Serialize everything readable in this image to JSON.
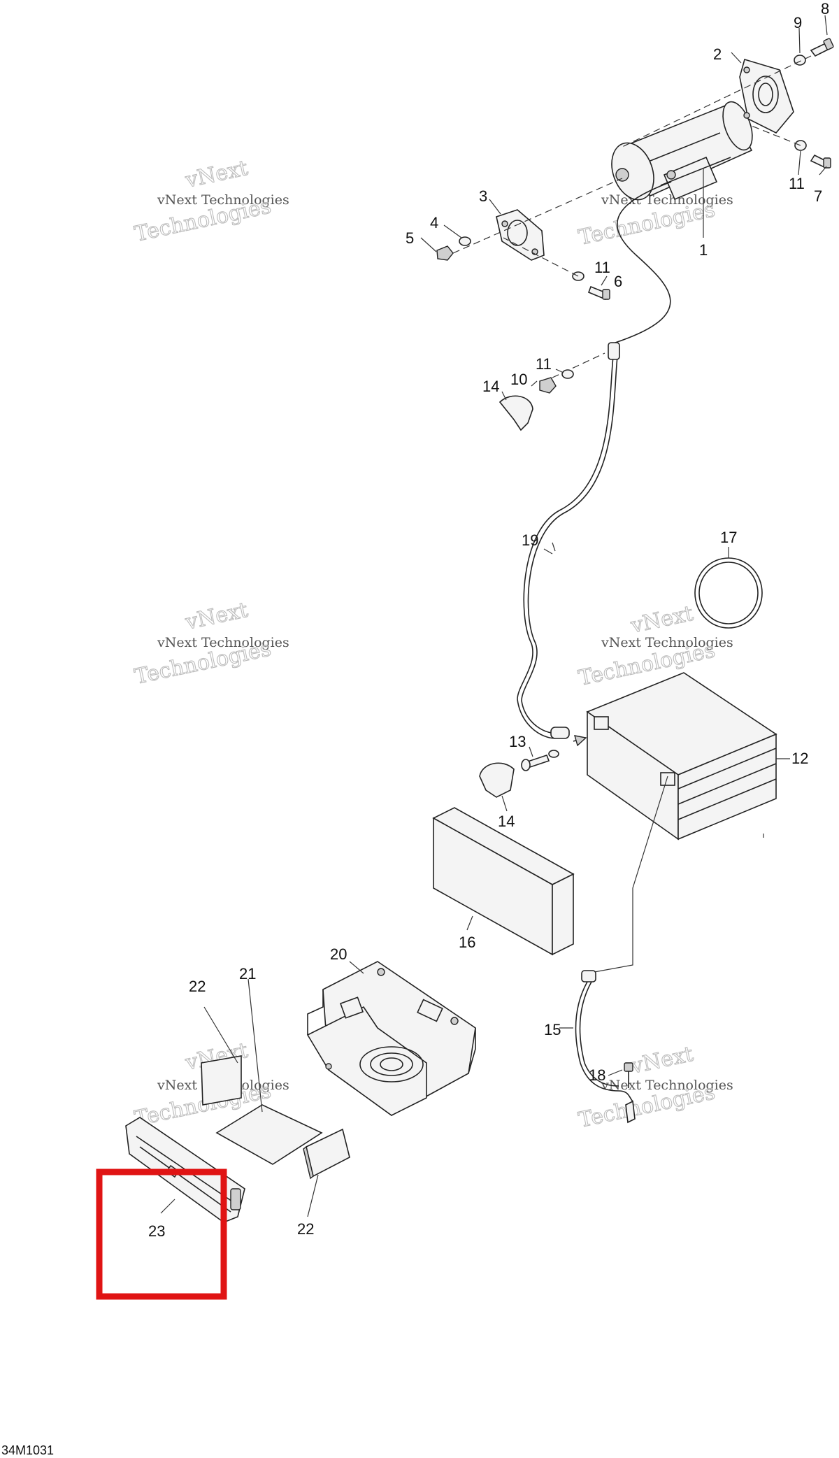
{
  "diagram": {
    "drawing_code": "34M1031",
    "highlight_label": "23",
    "watermark": {
      "line1": "vNext Technologies",
      "line2": "vNext",
      "line3": "Technologies"
    },
    "callouts": [
      {
        "id": "c1",
        "text": "1"
      },
      {
        "id": "c2",
        "text": "2"
      },
      {
        "id": "c3",
        "text": "3"
      },
      {
        "id": "c4",
        "text": "4"
      },
      {
        "id": "c5",
        "text": "5"
      },
      {
        "id": "c6",
        "text": "6"
      },
      {
        "id": "c7",
        "text": "7"
      },
      {
        "id": "c8",
        "text": "8"
      },
      {
        "id": "c9",
        "text": "9"
      },
      {
        "id": "c10",
        "text": "10"
      },
      {
        "id": "c11a",
        "text": "11"
      },
      {
        "id": "c11b",
        "text": "11"
      },
      {
        "id": "c11c",
        "text": "11"
      },
      {
        "id": "c12",
        "text": "12"
      },
      {
        "id": "c13",
        "text": "13"
      },
      {
        "id": "c14a",
        "text": "14"
      },
      {
        "id": "c14b",
        "text": "14"
      },
      {
        "id": "c15",
        "text": "15"
      },
      {
        "id": "c16",
        "text": "16"
      },
      {
        "id": "c17",
        "text": "17"
      },
      {
        "id": "c18",
        "text": "18"
      },
      {
        "id": "c19",
        "text": "19"
      },
      {
        "id": "c20",
        "text": "20"
      },
      {
        "id": "c21",
        "text": "21"
      },
      {
        "id": "c22a",
        "text": "22"
      },
      {
        "id": "c22b",
        "text": "22"
      },
      {
        "id": "c23",
        "text": "23"
      }
    ],
    "colors": {
      "highlight": "#e01414",
      "ink": "#222222",
      "watermark": "#bdbdbd"
    }
  }
}
